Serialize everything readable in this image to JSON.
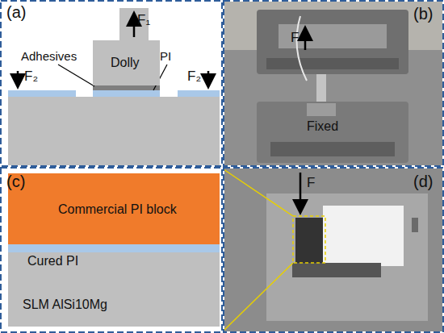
{
  "diagram": {
    "nodes": [
      {
        "text": [
          "Dolly"
        ]
      },
      {
        "text": [
          "Commercial PI block"
        ]
      },
      {
        "text": [
          "Cured PI"
        ]
      },
      {
        "text": [
          "SLM AlSi10Mg"
        ]
      }
    ],
    "labels": [
      "(a)",
      "F₁",
      "Adhesives",
      "PI",
      "F₂",
      "F₂",
      "(b)",
      "F",
      "Fixed",
      "(c)",
      "(d)",
      "F"
    ]
  }
}
